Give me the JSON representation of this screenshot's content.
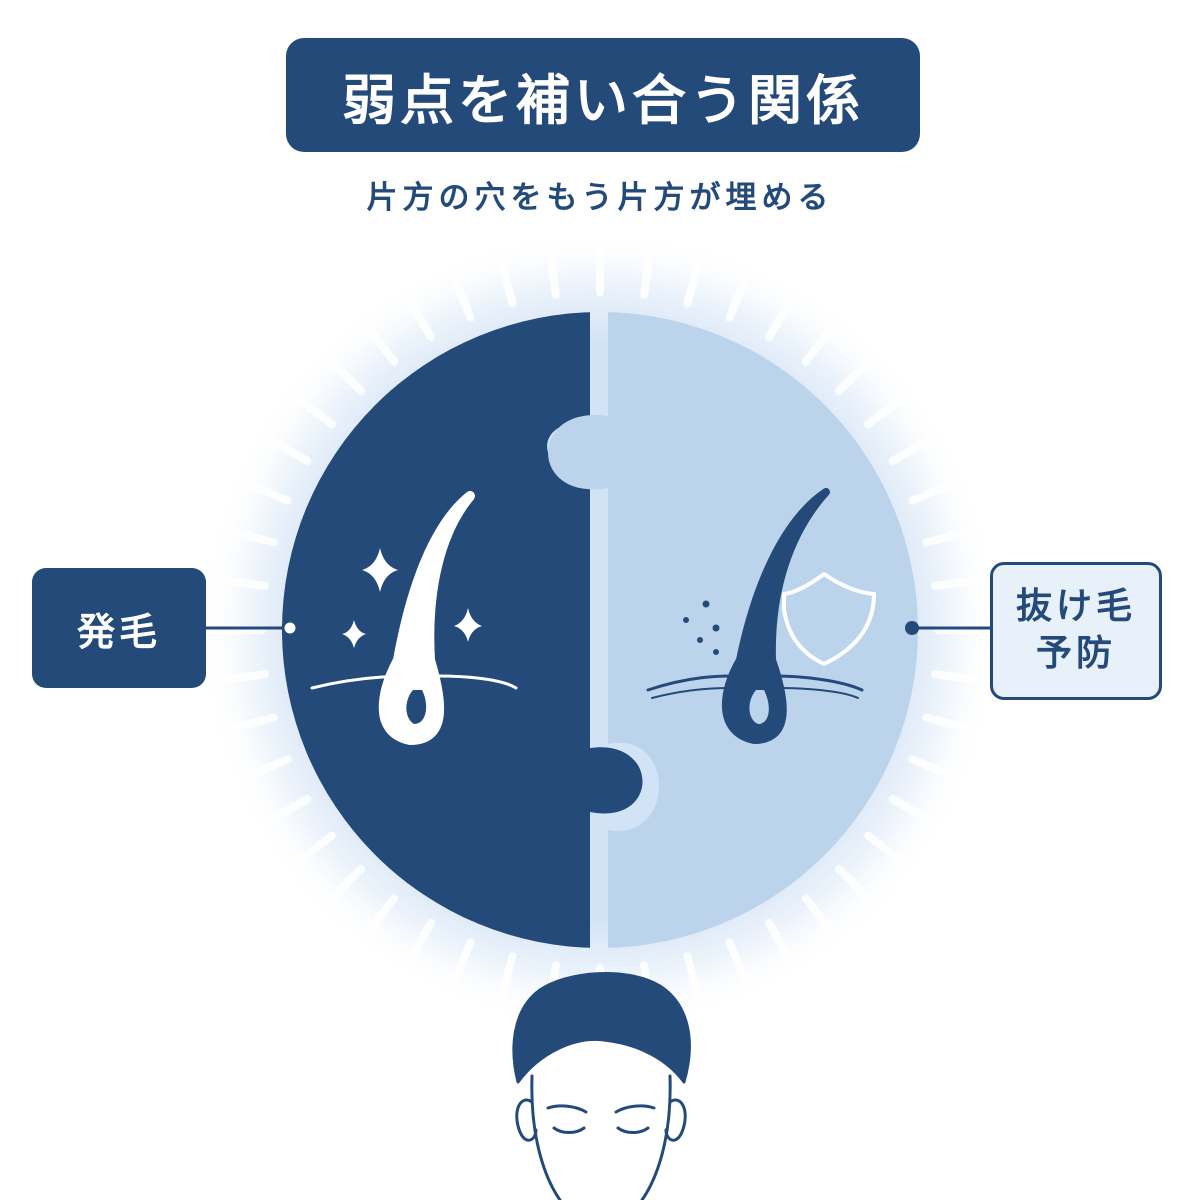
{
  "header": {
    "title": "弱点を補い合う関係",
    "subtitle": "片方の穴をもう片方が埋める"
  },
  "labels": {
    "left": "発毛",
    "right": "抜け毛\n予防"
  },
  "colors": {
    "dark_blue": "#244a7a",
    "light_blue": "#bcd3ec",
    "glow": "#dbe8f7",
    "white": "#ffffff"
  },
  "icons": {
    "left_piece": [
      "hair-follicle-icon",
      "sparkle-icon"
    ],
    "right_piece": [
      "hair-follicle-icon",
      "shield-icon",
      "dots-icon"
    ],
    "bottom": "man-face-icon"
  }
}
